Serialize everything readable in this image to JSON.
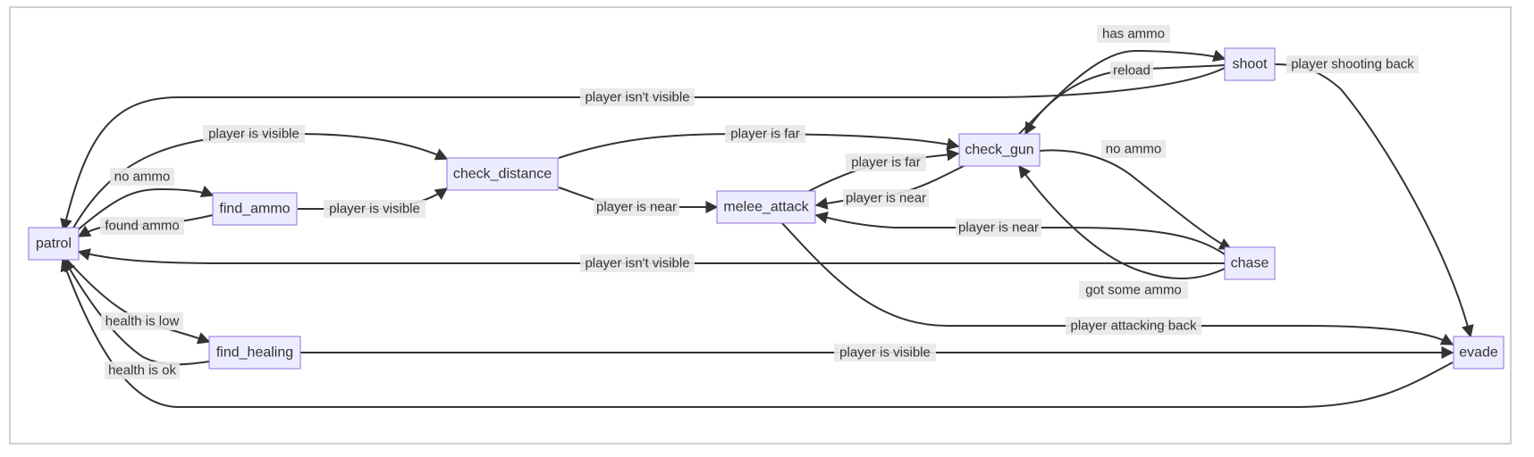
{
  "nodes": {
    "patrol": "patrol",
    "find_ammo": "find_ammo",
    "check_distance": "check_distance",
    "melee_attack": "melee_attack",
    "check_gun": "check_gun",
    "shoot": "shoot",
    "chase": "chase",
    "find_healing": "find_healing",
    "evade": "evade"
  },
  "edges": {
    "patrol_to_check_distance": "player is visible",
    "patrol_to_find_ammo": "no ammo",
    "find_ammo_to_patrol": "found ammo",
    "find_ammo_to_check_distance": "player is visible",
    "check_distance_to_check_gun": "player is far",
    "check_distance_to_melee_attack": "player is near",
    "melee_attack_to_check_gun": "player is far",
    "check_gun_to_melee_attack": "player is near",
    "check_gun_to_shoot": "has ammo",
    "shoot_to_check_gun": "reload",
    "shoot_to_patrol": "player isn't visible",
    "shoot_to_evade": "player shooting back",
    "check_gun_to_chase": "no ammo",
    "chase_to_melee_attack": "player is near",
    "chase_to_patrol": "player isn't visible",
    "chase_to_check_gun": "got some ammo",
    "melee_attack_to_evade": "player attacking back",
    "patrol_to_find_healing": "health is low",
    "find_healing_to_patrol": "health is ok",
    "find_healing_to_evade": "player is visible"
  },
  "colors": {
    "node_fill": "#ececff",
    "node_stroke": "#9370db",
    "edge": "#333333",
    "label_bg": "#e8e8e8",
    "frame": "#cfcfcf"
  }
}
